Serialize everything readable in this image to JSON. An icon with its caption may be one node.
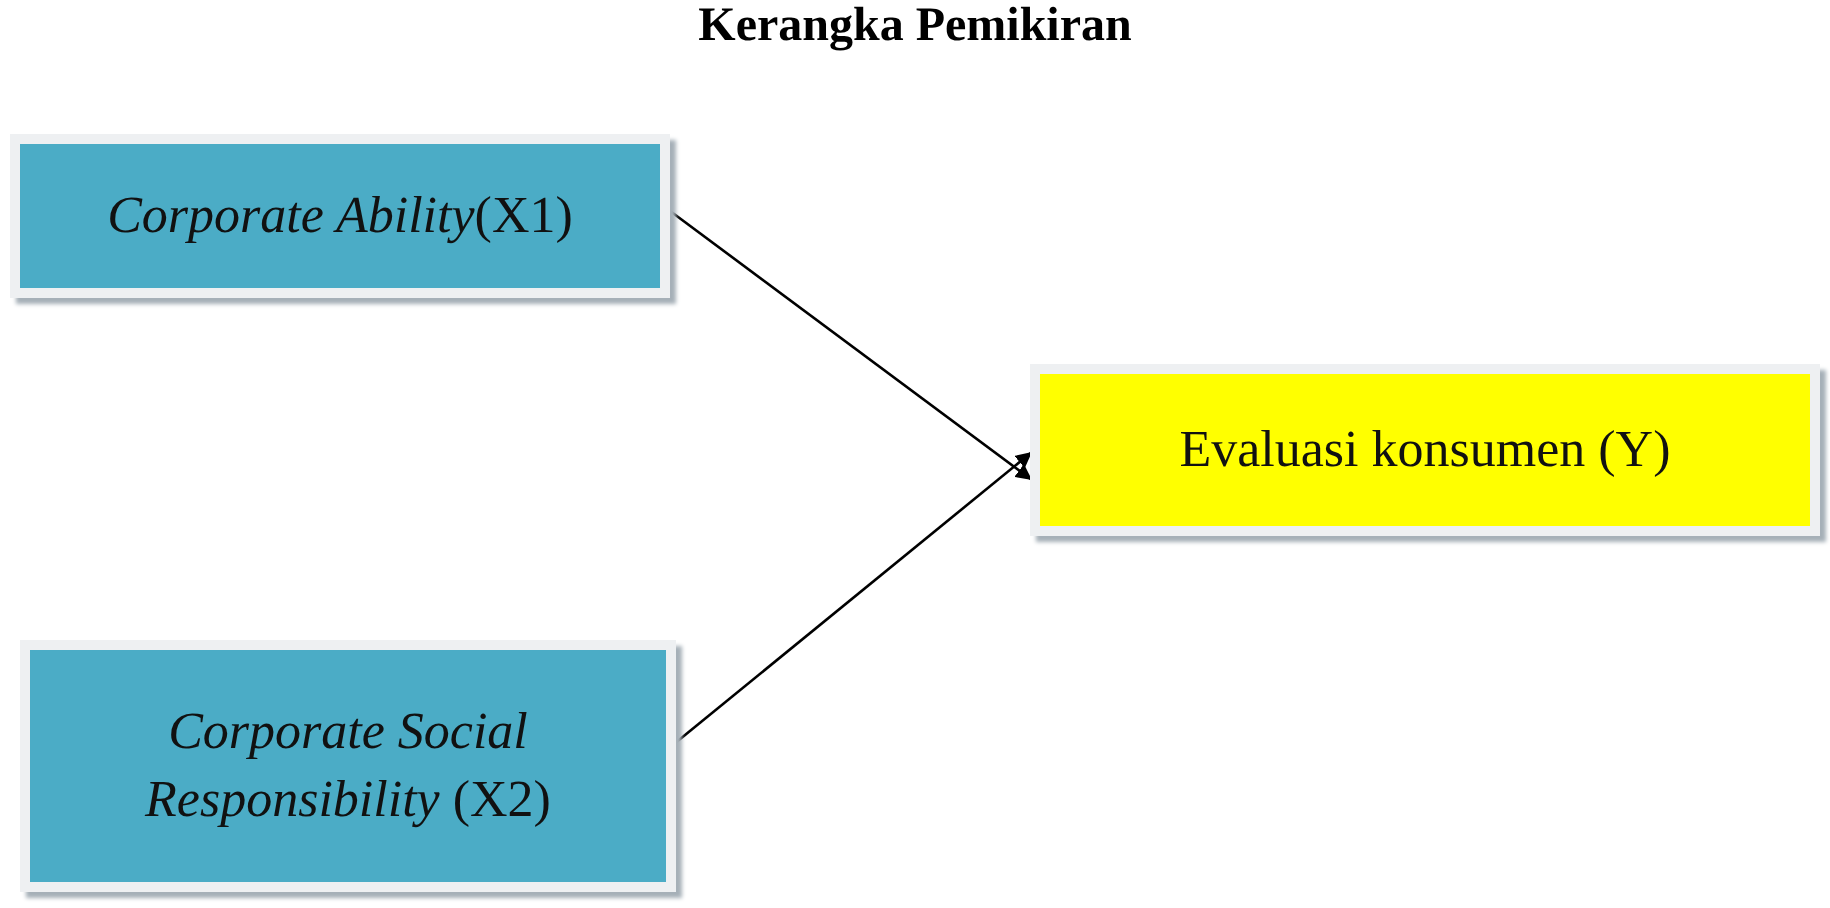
{
  "diagram": {
    "title": "Kerangka Pemikiran",
    "nodes": [
      {
        "text": [
          "*Corporate Ability*(X1)"
        ]
      },
      {
        "text": [
          "*Corporate Social Responsibility* (X2)"
        ]
      },
      {
        "text": [
          "Evaluasi konsumen (Y)"
        ]
      }
    ],
    "edges": [
      {
        "from": 0,
        "to": 2,
        "arrow": "to"
      },
      {
        "from": 1,
        "to": 2,
        "arrow": "to"
      }
    ]
  }
}
